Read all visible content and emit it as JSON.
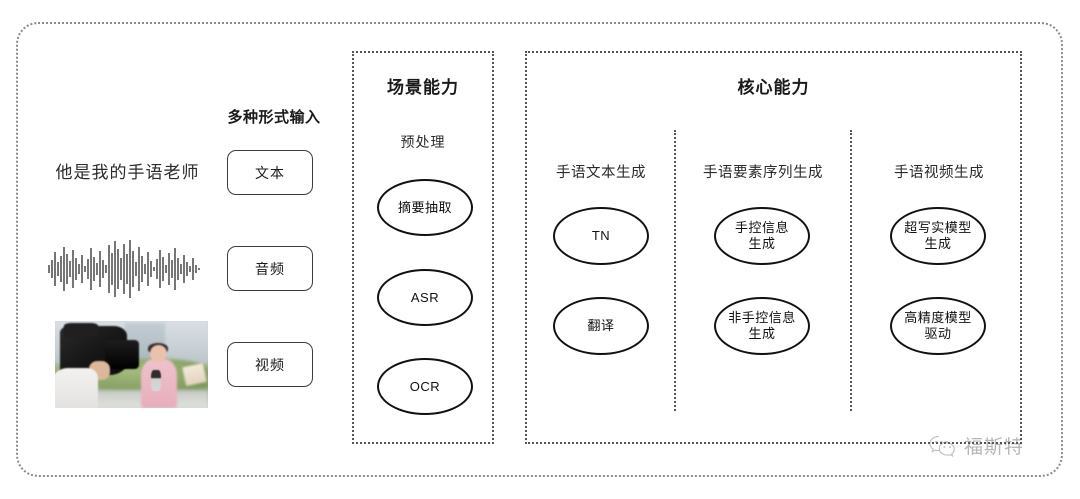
{
  "left": {
    "input_heading": "多种形式输入",
    "sample_sentence": "他是我的手语老师",
    "modalities": [
      {
        "label": "文本",
        "icon": "text-icon"
      },
      {
        "label": "音频",
        "icon": "waveform-icon"
      },
      {
        "label": "视频",
        "icon": "video-thumbnail"
      }
    ]
  },
  "scene_panel": {
    "title": "场景能力",
    "sub_label": "预处理",
    "nodes": [
      "摘要抽取",
      "ASR",
      "OCR"
    ]
  },
  "core_panel": {
    "title": "核心能力",
    "columns": [
      {
        "label": "手语文本生成",
        "nodes": [
          "TN",
          "翻译"
        ]
      },
      {
        "label": "手语要素序列生成",
        "nodes": [
          "手控信息\n生成",
          "非手控信息\n生成"
        ]
      },
      {
        "label": "手语视频生成",
        "nodes": [
          "超写实模型\n生成",
          "高精度模型\n驱动"
        ]
      }
    ]
  },
  "watermark": {
    "text": "福斯特",
    "icon": "wechat-icon"
  },
  "colors": {
    "background": "#ffffff",
    "frame_dotted": "#8c8c8c",
    "panel_dotted": "#555555",
    "node_stroke": "#111111",
    "text_primary": "#1a1a1a",
    "text_secondary": "#2b2b2b",
    "watermark": "#555555"
  }
}
